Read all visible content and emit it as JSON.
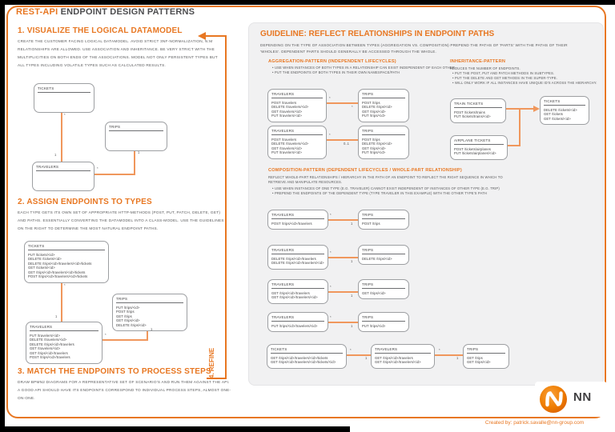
{
  "header": {
    "brand": "REST-API",
    "title": "ENDPOINT DESIGN PATTERNS"
  },
  "credit": "Created by: patrick.savalle@nn-group.com",
  "logo": {
    "text": "NN"
  },
  "refine": {
    "label": "4. REFINE"
  },
  "s1": {
    "heading": "1. VISUALIZE THE LOGICAL DATAMODEL",
    "body": "CREATE THE CUSTOMER FACING LOGICAL DATAMODEL. AVOID STRICT 3NF-NORMALIZATION, N:M RELATIONSHIPS ARE ALLOWED. USE ASSOCIATION AND INHERITANCE. BE VERY STRICT WITH THE MULTIPLICITIES ON BOTH ENDS OF THE ASSOCIATIONS. MODEL NOT ONLY PERSISTENT TYPES BUT ALL TYPES INCLUDING VOLATILE TYPES SUCH AS CALCULATED RESULTS.",
    "tickets": {
      "title": "TICKETS"
    },
    "trips": {
      "title": "TRIPS"
    },
    "travelers": {
      "title": "TRAVELERS"
    },
    "m_tickets": "*",
    "m_trav_top": "1",
    "m_trips": "1",
    "m_trav_right": "*"
  },
  "s2": {
    "heading": "2. ASSIGN ENDPOINTS TO TYPES",
    "body": "EACH TYPE GETS ITS OWN SET OF APPROPRIATE HTTP-METHODS (POST, PUT, PATCH, DELETE, GET) AND PATHS. ESSENTIALLY CONVERTING THE DATAMODEL INTO A CLASS-MODEL. USE THE GUIDELINES ON THE RIGHT TO DETERMINE THE MOST NATURAL ENDPOINT PATHS.",
    "tickets": {
      "title": "TICKETS",
      "endpoints": [
        "PUT /tickets/<id>",
        "DELETE /tickets/<id>",
        "DELETE /trips/<id>/travelers/<id>/tickets",
        "GET /tickets/<id>",
        "GET /trips/<id>/travelers/<id>/tickets",
        "POST /trips/<id>/travelers/<id>/tickets"
      ]
    },
    "trips": {
      "title": "TRIPS",
      "endpoints": [
        "PUT /trips/<id>",
        "POST /trips",
        "GET /trips",
        "GET /trips/<id>",
        "DELETE /trips/<id>"
      ]
    },
    "travelers": {
      "title": "TRAVELERS",
      "endpoints": [
        "PUT /travelers/<id>",
        "DELETE /travelers/<id>",
        "DELETE /trips/<id>/travelers",
        "GET /travelers/<id>",
        "GET /trips/<id>/travelers",
        "POST /trips/<id>/travelers"
      ]
    },
    "m_tickets": "*",
    "m_trav_top": "1",
    "m_trips": "1",
    "m_trav_right": "*"
  },
  "s3": {
    "heading": "3. MATCH THE ENDPOINTS TO PROCESS STEPS",
    "body": "DRAW BPMN2 DIAGRAMS FOR A REPRESENTATIVE SET OF SCENARIO'S AND RUN THEM AGAINST THE API. A GOOD API SHOULD HAVE ITS ENDPOINTS CORRESPOND TO INDIVIDUAL PROCESS STEPS, ALMOST ONE-ON-ONE."
  },
  "guideline": {
    "heading": "GUIDELINE: REFLECT RELATIONSHIPS IN ENDPOINT PATHS",
    "body": "DEPENDING ON THE TYPE OF ASSOCIATION BETWEEN TYPES (AGGREGATION VS. COMPOSITION) PREPEND THE PATHS OF 'PARTS' WITH THE PATHS OF THEIR 'WHOLES'. DEPENDENT PARTS SHOULD GENERALLY BE ACCESSED THROUGH THE WHOLE."
  },
  "aggregation": {
    "heading": "AGGREGATION-PATTERN (INDEPENDENT LIFECYCLES)",
    "bullets": [
      "USE WHEN INSTANCES OF BOTH TYPES IN A RELATIONSHIP CAN EXIST INDEPENDENT OF EACH OTHER",
      "PUT THE ENDPOINTS OF BOTH TYPES IN THEIR OWN NAMESPACE/PATH"
    ],
    "rows": [
      {
        "left": {
          "title": "TRAVELERS",
          "endpoints": [
            "POST /travelers",
            "DELETE /travelers/<id>",
            "GET /travelers/<id>",
            "PUT /travelers/<id>"
          ]
        },
        "right": {
          "title": "TRIPS",
          "endpoints": [
            "POST /trips",
            "DELETE /trips/<id>",
            "GET /trips/<id>",
            "PUT /trips/<id>"
          ]
        },
        "left_mult": "*",
        "right_mult": "*"
      },
      {
        "left": {
          "title": "TRAVELERS",
          "endpoints": [
            "POST /travelers",
            "DELETE /travelers/<id>",
            "GET /travelers/<id>",
            "PUT /travelers/<id>"
          ]
        },
        "right": {
          "title": "TRIPS",
          "endpoints": [
            "POST /trips",
            "DELETE /trips/<id>",
            "GET /trips/<id>",
            "PUT /trips/<id>"
          ]
        },
        "left_mult": "*",
        "right_mult": "0..1"
      }
    ]
  },
  "inheritance": {
    "heading": "INHERITANCE-PATTERN",
    "intro": "REDUCES THE NUMBER OF ENDPOINTS.",
    "bullets": [
      "PUT THE POST, PUT AND PATCH METHODS IN SUBTYPES.",
      "PUT THE DELETE AND GET METHODS IN THE SUPER-TYPE.",
      "WILL ONLY WORK IF ALL INSTANCES HAVE UNIQUE ID'S ACROSS THE HIERARCHY."
    ],
    "train": {
      "title": "TRAIN TICKETS",
      "endpoints": [
        "POST /tickets/trains",
        "PUT /tickets/trains/<id>"
      ]
    },
    "airplane": {
      "title": "AIRPLANE TICKETS",
      "endpoints": [
        "POST /tickets/airplanes",
        "PUT /tickets/airplanes/<id>"
      ]
    },
    "tickets": {
      "title": "TICKETS",
      "endpoints": [
        "DELETE /tickets/<id>",
        "GET /tickets",
        "GET /tickets/<id>"
      ]
    }
  },
  "composition": {
    "heading": "COMPOSITION-PATTERN (DEPENDENT LIFECYCLES / WHOLE-PART RELATIONSHIP)",
    "intro": "REFLECT WHOLE-PART RELATIONSHIPS / HIERARCHY IN THE PATH OF AN ENDPOINT TO REFLECT THE RIGHT SEQUENCE IN WHICH TO RETRIEVE AND MANIPULATE RESOURCES.",
    "bullets": [
      "USE WHEN INSTANCES OF ONE TYPE (E.G. TRAVELER) CANNOT EXIST INDEPENDENT OF INSTANCES OF OTHER TYPE (E.G. TRIP)",
      "PREPEND THE ENDPOINTS OF THE DEPENDENT TYPE (TYPE TRAVELER IN THIS EXAMPLE) WITH THE OTHER TYPE'S PATH"
    ],
    "rows": [
      {
        "left": {
          "title": "TRAVELERS",
          "endpoints": [
            "POST /trips/<id>/travelers"
          ]
        },
        "right": {
          "title": "TRIPS",
          "endpoints": [
            "POST /trips"
          ]
        },
        "left_mult": "*",
        "right_mult": "1"
      },
      {
        "left": {
          "title": "TRAVELERS",
          "endpoints": [
            "DELETE /trips/<id>/travelers",
            "DELETE /trips/<id>/travelers/<id>"
          ]
        },
        "right": {
          "title": "TRIPS",
          "endpoints": [
            "DELETE /trips/<id>"
          ]
        },
        "left_mult": "*",
        "right_mult": "1"
      },
      {
        "left": {
          "title": "TRAVELERS",
          "endpoints": [
            "GET /trips/<id>/travelers",
            "GET /trips/<id>/travelers/<id>"
          ]
        },
        "right": {
          "title": "TRIPS",
          "endpoints": [
            "GET /trips/<id>"
          ]
        },
        "left_mult": "*",
        "right_mult": "1"
      },
      {
        "left": {
          "title": "TRAVELERS",
          "endpoints": [
            "PUT /trips/<id>/travelers/<id>"
          ]
        },
        "right": {
          "title": "TRIPS",
          "endpoints": [
            "PUT /trips/<id>"
          ]
        },
        "left_mult": "*",
        "right_mult": "1"
      }
    ],
    "chain": {
      "tickets": {
        "title": "TICKETS",
        "endpoints": [
          "GET /trips/<id>/travelers/<id>/tickets",
          "GET /trips/<id>/travelers/<id>/tickets/<id>"
        ]
      },
      "travelers": {
        "title": "TRAVELERS",
        "endpoints": [
          "GET /trips/<id>/travelers",
          "GET /trips/<id>/travelers/<id>"
        ]
      },
      "trips": {
        "title": "TRIPS",
        "endpoints": [
          "GET /trips",
          "GET /trips/<id>"
        ]
      },
      "m1": "*",
      "m2": "1",
      "m3": "*",
      "m4": "1"
    }
  }
}
